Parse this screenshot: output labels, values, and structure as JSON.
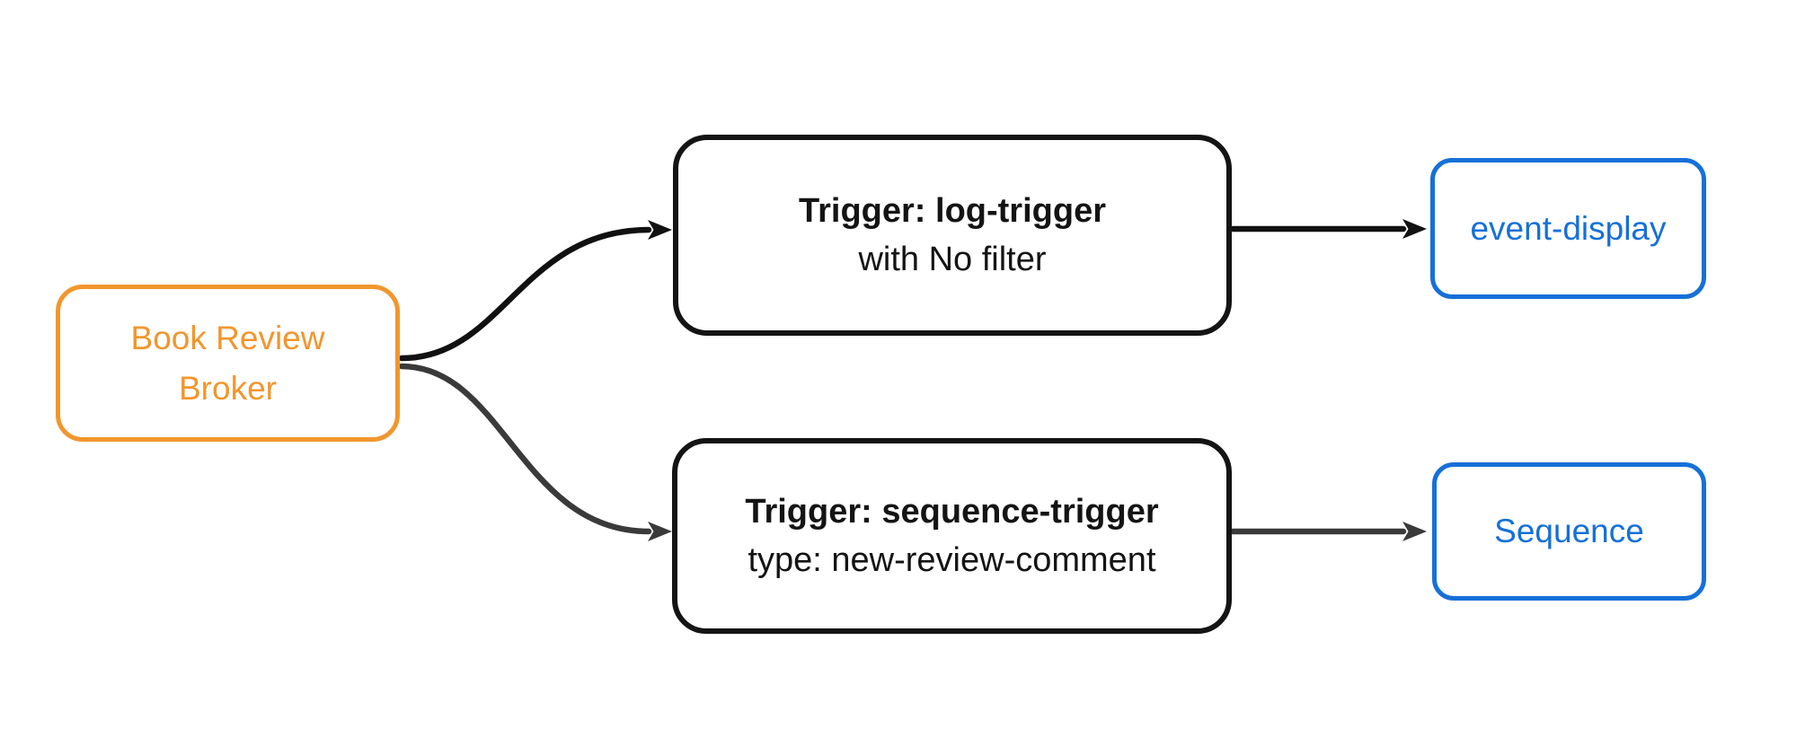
{
  "diagram": {
    "type": "flowchart",
    "direction": "left-to-right",
    "background": "#ffffff",
    "colors": {
      "background": "#ffffff",
      "broker": "#f2962d",
      "target": "#1670d8",
      "node-border": "#141414",
      "edge-top": "#111111",
      "edge-bottom": "#3a3a3a"
    },
    "nodes": {
      "broker": {
        "label_line1": "Book Review",
        "label_line2": "Broker"
      },
      "trigger_log": {
        "title": "Trigger: log-trigger",
        "subtitle": "with No filter"
      },
      "trigger_sequence": {
        "title": "Trigger: sequence-trigger",
        "subtitle": "type: new-review-comment"
      },
      "event_display": {
        "label": "event-display"
      },
      "sequence": {
        "label": "Sequence"
      }
    },
    "edges": [
      {
        "from": "broker",
        "to": "trigger_log",
        "style": "curved",
        "color": "#111111"
      },
      {
        "from": "broker",
        "to": "trigger_sequence",
        "style": "curved",
        "color": "#3a3a3a"
      },
      {
        "from": "trigger_log",
        "to": "event_display",
        "style": "straight",
        "color": "#111111"
      },
      {
        "from": "trigger_sequence",
        "to": "sequence",
        "style": "straight",
        "color": "#3a3a3a"
      }
    ]
  }
}
